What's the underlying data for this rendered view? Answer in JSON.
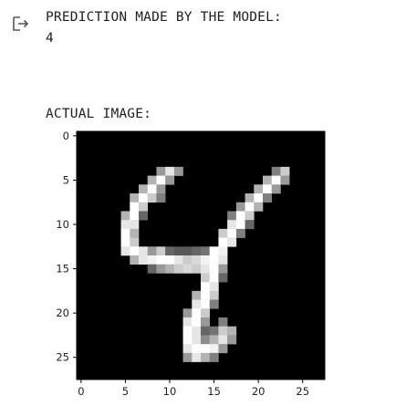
{
  "output": {
    "icon": "output-arrow-icon",
    "line1": "PREDICTION MADE BY THE MODEL:",
    "line2": "4",
    "line3": "ACTUAL IMAGE:"
  },
  "chart_data": {
    "type": "heatmap",
    "colormap": "gray",
    "rows": 28,
    "cols": 28,
    "xticks": [
      0,
      5,
      10,
      15,
      20,
      25
    ],
    "yticks": [
      0,
      5,
      10,
      15,
      20,
      25
    ],
    "xlim": [
      -0.5,
      27.5
    ],
    "ylim": [
      27.5,
      -0.5
    ],
    "grid": false,
    "pixels": {
      "4": {
        "9": 0.6,
        "10": 0.9,
        "11": 0.6,
        "22": 0.5,
        "23": 0.8
      },
      "5": {
        "8": 0.7,
        "9": 1.0,
        "10": 0.6,
        "21": 0.7,
        "22": 1.0,
        "23": 0.6
      },
      "6": {
        "7": 0.7,
        "8": 1.0,
        "9": 0.6,
        "20": 0.7,
        "21": 1.0,
        "22": 0.6
      },
      "7": {
        "6": 0.7,
        "7": 1.0,
        "8": 0.8,
        "9": 0.5,
        "19": 0.7,
        "20": 1.0,
        "21": 0.5
      },
      "8": {
        "6": 1.0,
        "7": 0.8,
        "18": 0.6,
        "19": 1.0,
        "20": 0.7
      },
      "9": {
        "5": 0.7,
        "6": 1.0,
        "7": 0.4,
        "17": 0.5,
        "18": 1.0,
        "19": 0.8
      },
      "10": {
        "5": 0.9,
        "6": 0.9,
        "17": 0.9,
        "18": 1.0,
        "19": 0.4
      },
      "11": {
        "5": 1.0,
        "6": 0.7,
        "16": 0.8,
        "17": 1.0,
        "18": 0.5
      },
      "12": {
        "5": 1.0,
        "6": 0.8,
        "16": 1.0,
        "17": 0.9
      },
      "13": {
        "5": 0.9,
        "6": 1.0,
        "7": 0.9,
        "8": 0.6,
        "9": 0.8,
        "10": 0.4,
        "11": 0.35,
        "12": 0.35,
        "13": 0.4,
        "14": 0.45,
        "15": 1.0,
        "16": 0.95
      },
      "14": {
        "6": 0.7,
        "7": 0.9,
        "8": 0.95,
        "9": 1.0,
        "10": 1.0,
        "11": 0.9,
        "12": 0.8,
        "13": 0.85,
        "14": 0.95,
        "15": 1.0,
        "16": 0.9
      },
      "15": {
        "8": 0.4,
        "9": 0.6,
        "10": 0.7,
        "11": 0.8,
        "12": 0.85,
        "13": 0.8,
        "14": 0.9,
        "15": 1.0,
        "16": 0.6
      },
      "16": {
        "14": 0.8,
        "15": 1.0,
        "16": 0.4
      },
      "17": {
        "14": 1.0,
        "15": 0.9
      },
      "18": {
        "13": 0.7,
        "14": 1.0,
        "15": 0.8
      },
      "19": {
        "13": 0.9,
        "14": 1.0,
        "15": 0.5
      },
      "20": {
        "12": 0.6,
        "13": 1.0,
        "14": 0.8
      },
      "21": {
        "12": 0.9,
        "13": 1.0,
        "14": 0.6,
        "16": 0.5
      },
      "22": {
        "12": 1.0,
        "13": 0.9,
        "14": 0.4,
        "15": 0.45,
        "16": 0.8,
        "17": 0.7
      },
      "23": {
        "12": 1.0,
        "13": 0.9,
        "14": 0.55,
        "15": 0.7,
        "16": 0.9,
        "17": 0.6
      },
      "24": {
        "12": 0.9,
        "13": 1.0,
        "14": 1.0,
        "15": 0.95,
        "16": 0.6
      },
      "25": {
        "12": 0.6,
        "13": 0.9,
        "14": 0.7,
        "15": 0.5
      }
    }
  }
}
